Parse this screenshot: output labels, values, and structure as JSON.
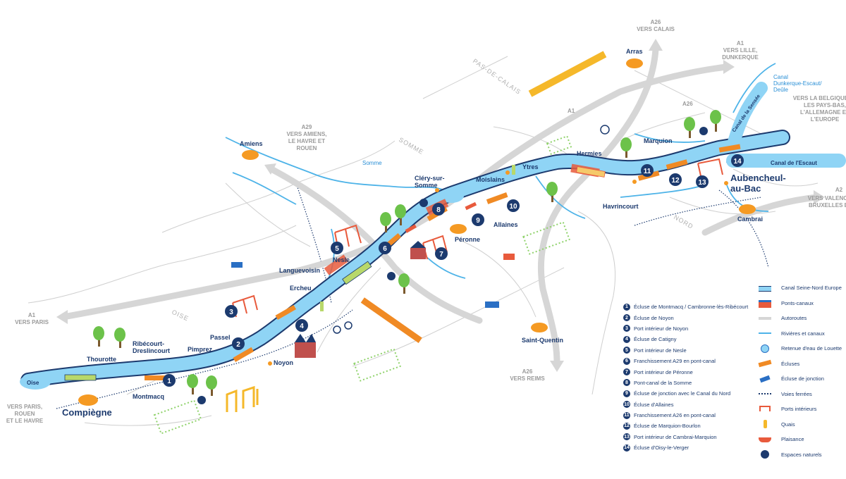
{
  "map": {
    "places": {
      "compiegne": "Compiègne",
      "aubencheul": "Aubencheul-",
      "aubencheul2": "au-Bac",
      "amiens": "Amiens",
      "arras": "Arras",
      "cambrai": "Cambrai",
      "saint_quentin": "Saint-Quentin",
      "peronne": "Péronne",
      "noyon": "Noyon",
      "montmacq": "Montmacq",
      "thourotte": "Thourotte",
      "ribecourt1": "Ribécourt-",
      "ribecourt2": "Dreslincourt",
      "pimprez": "Pimprez",
      "passel": "Passel",
      "ercheu": "Ercheu",
      "languevoisin": "Languevoisin",
      "nesle": "Nesle",
      "clery1": "Cléry-sur-",
      "clery2": "Somme",
      "moislains": "Moislains",
      "allaines": "Allaines",
      "ytres": "Ytres",
      "hermies": "Hermies",
      "havrincourt": "Havrincourt",
      "marquion": "Marquion"
    },
    "roads": {
      "a26_calais_1": "A26",
      "a26_calais_2": "VERS CALAIS",
      "a1_lille_1": "A1",
      "a1_lille_2": "VERS LILLE,",
      "a1_lille_3": "DUNKERQUE",
      "a29_1": "A29",
      "a29_2": "VERS AMIENS,",
      "a29_3": "LE HAVRE ET",
      "a29_4": "ROUEN",
      "a1_paris_1": "A1",
      "a1_paris_2": "VERS PARIS",
      "a26_reims_1": "A26",
      "a26_reims_2": "VERS REIMS",
      "a2_1": "A2",
      "a2_2": "VERS VALENCI",
      "a2_3": "BRUXELLES E",
      "paris_rouen_1": "VERS PARIS,",
      "paris_rouen_2": "ROUEN",
      "paris_rouen_3": "ET LE HAVRE",
      "belgique_1": "VERS LA BELGIQUE,",
      "belgique_2": "LES PAYS-BAS,",
      "belgique_3": "L'ALLEMAGNE ET",
      "belgique_4": "L'EUROPE",
      "a1_mid": "A1",
      "a26_mid": "A26"
    },
    "regions": {
      "pas_de_calais": "PAS-DE-CALAIS",
      "somme": "SOMME",
      "nord": "NORD",
      "oise": "OISE"
    },
    "waters": {
      "oise": "Oise",
      "somme": "Somme",
      "canal_escaut": "Canal de l'Escaut",
      "canal_seine": "Canal de la Sensée",
      "canal_dunkerque_1": "Canal",
      "canal_dunkerque_2": "Dunkerque-Escaut/",
      "canal_dunkerque_3": "Deûle"
    },
    "site_numbers": [
      "1",
      "2",
      "3",
      "4",
      "5",
      "6",
      "7",
      "8",
      "9",
      "10",
      "11",
      "12",
      "13",
      "14"
    ]
  },
  "legend_sites": [
    "Écluse de Montmacq / Cambronne-lès-Ribécourt",
    "Écluse de Noyon",
    "Port intérieur de Noyon",
    "Écluse de Catigny",
    "Port intérieur de Nesle",
    "Franchissement A29 en pont-canal",
    "Port intérieur de Péronne",
    "Pont-canal de la Somme",
    "Écluse de jonction avec le Canal du Nord",
    "Écluse d'Allaines",
    "Franchissement A26 en pont-canal",
    "Écluse de Marquion-Bourlon",
    "Port intérieur de Cambrai-Marquion",
    "Écluse d'Oisy-le-Verger"
  ],
  "legend_sites_line2": {
    "0": "Cambronne-lès-Ribécourt"
  },
  "legend_symbols": [
    {
      "label": "Canal Seine-Nord Europe",
      "icon": "canal-icon"
    },
    {
      "label": "Ponts-canaux",
      "icon": "bridge-canal-icon"
    },
    {
      "label": "Autoroutes",
      "icon": "highway-icon"
    },
    {
      "label": "Rivières et canaux",
      "icon": "river-icon"
    },
    {
      "label": "Retenue d'eau de Louette",
      "icon": "reservoir-icon"
    },
    {
      "label": "Écluses",
      "icon": "lock-icon"
    },
    {
      "label": "Écluse de jonction",
      "icon": "junction-lock-icon"
    },
    {
      "label": "Voies ferrées",
      "icon": "railway-icon"
    },
    {
      "label": "Ports intérieurs",
      "icon": "port-icon"
    },
    {
      "label": "Quais",
      "icon": "quay-icon"
    },
    {
      "label": "Plaisance",
      "icon": "boat-icon"
    },
    {
      "label": "Espaces naturels",
      "icon": "nature-icon"
    }
  ],
  "colors": {
    "canal": "#8fd4f5",
    "canal_border": "#1c3a6e",
    "river": "#4db3e8",
    "road": "#d4d4d4",
    "lock": "#f08a24",
    "city": "#f59a23",
    "label": "#1c3a6e"
  }
}
